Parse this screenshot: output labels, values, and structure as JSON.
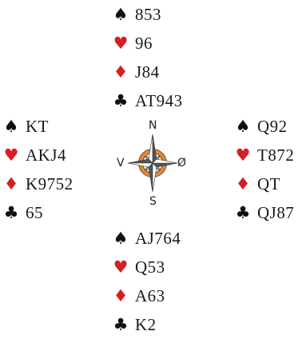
{
  "colors": {
    "red_suit": "#d41f26",
    "black_suit": "#111111",
    "compass_ring": "#e8892a"
  },
  "compass": {
    "north": "N",
    "south": "S",
    "west": "V",
    "east": "Ø"
  },
  "hands": {
    "north": {
      "spades": "853",
      "hearts": "96",
      "diamonds": "J84",
      "clubs": "AT943"
    },
    "west": {
      "spades": "KT",
      "hearts": "AKJ4",
      "diamonds": "K9752",
      "clubs": "65"
    },
    "east": {
      "spades": "Q92",
      "hearts": "T872",
      "diamonds": "QT",
      "clubs": "QJ87"
    },
    "south": {
      "spades": "AJ764",
      "hearts": "Q53",
      "diamonds": "A63",
      "clubs": "K2"
    }
  },
  "suit_icons": {
    "spades": "spade-icon",
    "hearts": "heart-icon",
    "diamonds": "diamond-icon",
    "clubs": "club-icon"
  }
}
